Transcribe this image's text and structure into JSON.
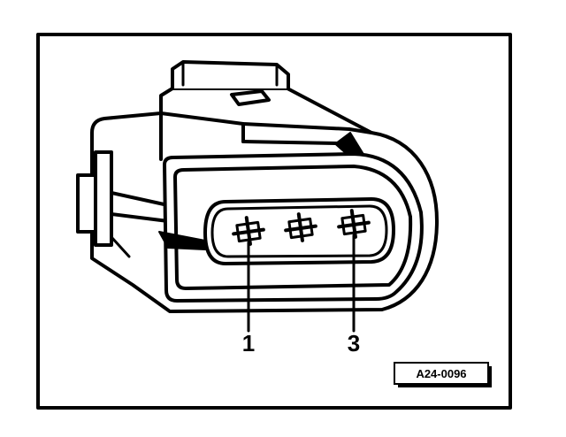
{
  "figure": {
    "callouts": [
      "1",
      "3"
    ],
    "reference_code": "A24-0096"
  }
}
